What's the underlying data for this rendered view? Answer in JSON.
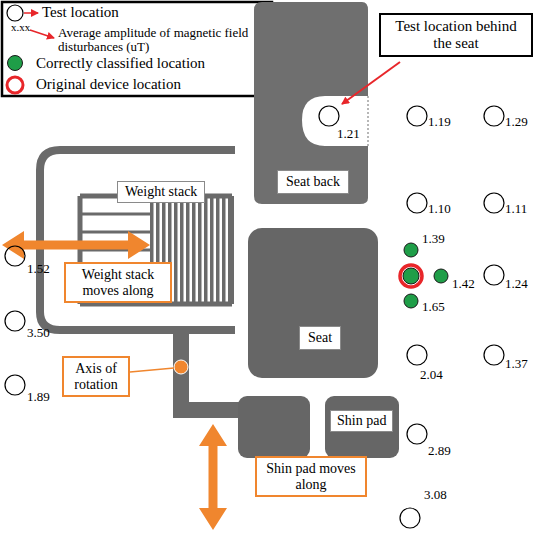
{
  "diagram": {
    "nodes": [
      {
        "text": [
          "Test location behind the seat"
        ]
      },
      {
        "text": [
          "Weight stack"
        ]
      },
      {
        "text": [
          "Seat back"
        ]
      },
      {
        "text": [
          "Seat"
        ]
      },
      {
        "text": [
          "Weight stack moves along"
        ]
      },
      {
        "text": [
          "Axis of rotation"
        ]
      },
      {
        "text": [
          "Shin pad"
        ]
      },
      {
        "text": [
          "Shin pad moves along"
        ]
      }
    ],
    "labels": [
      "x.xx",
      "1.21",
      "1.19",
      "1.29",
      "1.10",
      "1.11",
      "1.52",
      "1.39",
      "3.50",
      "1.42",
      "1.24",
      "1.65",
      "1.89",
      "2.04",
      "1.37",
      "2.89",
      "3.08"
    ],
    "legend": [
      {
        "text": "Test location"
      },
      {
        "text": "Average amplitude of magnetic field disturbances (uT)"
      },
      {
        "text": "Correctly classified location",
        "color": "#1f9e48"
      },
      {
        "text": "Original device location"
      }
    ]
  }
}
